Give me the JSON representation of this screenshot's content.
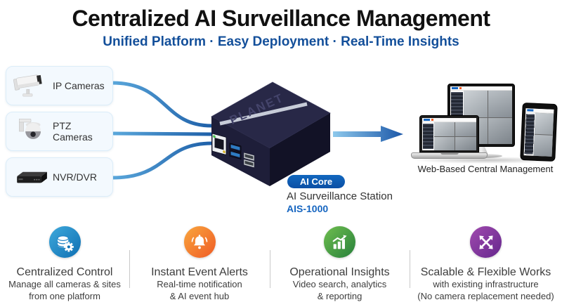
{
  "header": {
    "title": "Centralized AI Surveillance Management",
    "subtitle": "Unified Platform · Easy Deployment · Real-Time Insights"
  },
  "sources": [
    {
      "label": "IP Cameras",
      "icon": "bullet-camera-icon"
    },
    {
      "label": "PTZ Cameras",
      "icon": "ptz-camera-icon"
    },
    {
      "label": "NVR/DVR",
      "icon": "nvr-icon"
    }
  ],
  "station": {
    "brand": "PLANET",
    "badge": "AI Core",
    "name": "AI Surveillance Station",
    "model": "AIS-1000"
  },
  "management": {
    "caption": "Web-Based Central Management"
  },
  "features": [
    {
      "title": "Centralized Control",
      "lines": [
        "Manage all cameras & sites",
        "from one platform"
      ],
      "icon": "database-gear-icon",
      "color_light": "#3FA9DC",
      "color_dark": "#0E6FB2"
    },
    {
      "title": "Instant Event Alerts",
      "lines": [
        "Real-time notification",
        "& AI event hub"
      ],
      "icon": "bell-icon",
      "color_light": "#F9A63E",
      "color_dark": "#EF5B25"
    },
    {
      "title": "Operational Insights",
      "lines": [
        "Video search, analytics",
        "& reporting"
      ],
      "icon": "growth-chart-icon",
      "color_light": "#6FBE4F",
      "color_dark": "#27803B"
    },
    {
      "title": "Scalable & Flexible Works",
      "lines": [
        "with existing infrastructure",
        "(No camera replacement needed)"
      ],
      "icon": "expand-arrows-icon",
      "color_light": "#A04BAE",
      "color_dark": "#65268D"
    }
  ],
  "colors": {
    "subtitle_blue": "#134F9A",
    "badge_blue": "#0E5CB5",
    "model_blue": "#1565C0",
    "connector_blue_light": "#5AA7DB",
    "connector_blue_dark": "#1E5FA8",
    "device_navy_top": "#282847",
    "device_navy_front": "#1E1E39",
    "device_navy_side": "#121226",
    "card_bg": "#F3F9FE"
  }
}
